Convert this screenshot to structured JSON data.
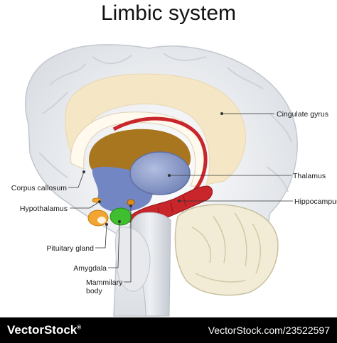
{
  "title": "Limbic system",
  "labels": {
    "cingulate_gyrus": "Cingulate gyrus",
    "thalamus": "Thalamus",
    "hippocampus": "Hippocampus",
    "corpus_callosum": "Corpus callosum",
    "hypothalamus": "Hypothalamus",
    "pituitary_gland": "Pituitary gland",
    "amygdala": "Amygdala",
    "mammillary_body_line1": "Mammilary",
    "mammillary_body_line2": "body"
  },
  "footer": {
    "brand": "VectorStock",
    "brand_mark": "®",
    "image_code": "VectorStock.com/23522597"
  },
  "colors": {
    "cortex": "#e6e8ec",
    "cingulate": "#f5e6c6",
    "thalamus": "#8f9fc9",
    "hippocampus": "#c8262b",
    "amygdala": "#3fbf2f",
    "pituitary": "#f2a531",
    "hypothalamus": "#6f7fc0",
    "footer_bg": "#000000"
  }
}
